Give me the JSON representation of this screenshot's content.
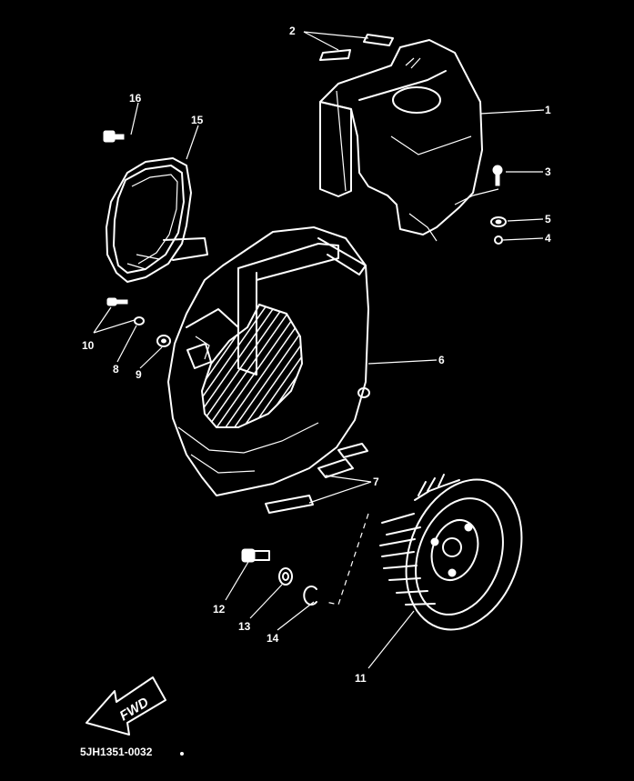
{
  "diagram": {
    "drawing_code": "5JH1351-0032",
    "direction_label": "FWD",
    "callouts": [
      {
        "id": "c1",
        "label": "1"
      },
      {
        "id": "c2",
        "label": "2"
      },
      {
        "id": "c3",
        "label": "3"
      },
      {
        "id": "c4",
        "label": "4"
      },
      {
        "id": "c5",
        "label": "5"
      },
      {
        "id": "c6",
        "label": "6"
      },
      {
        "id": "c7",
        "label": "7"
      },
      {
        "id": "c8",
        "label": "8"
      },
      {
        "id": "c9",
        "label": "9"
      },
      {
        "id": "c10",
        "label": "10"
      },
      {
        "id": "c11",
        "label": "11"
      },
      {
        "id": "c12",
        "label": "12"
      },
      {
        "id": "c13",
        "label": "13"
      },
      {
        "id": "c14",
        "label": "14"
      },
      {
        "id": "c15",
        "label": "15"
      },
      {
        "id": "c16",
        "label": "16"
      }
    ],
    "colors": {
      "background": "#000000",
      "line": "#ffffff"
    }
  }
}
